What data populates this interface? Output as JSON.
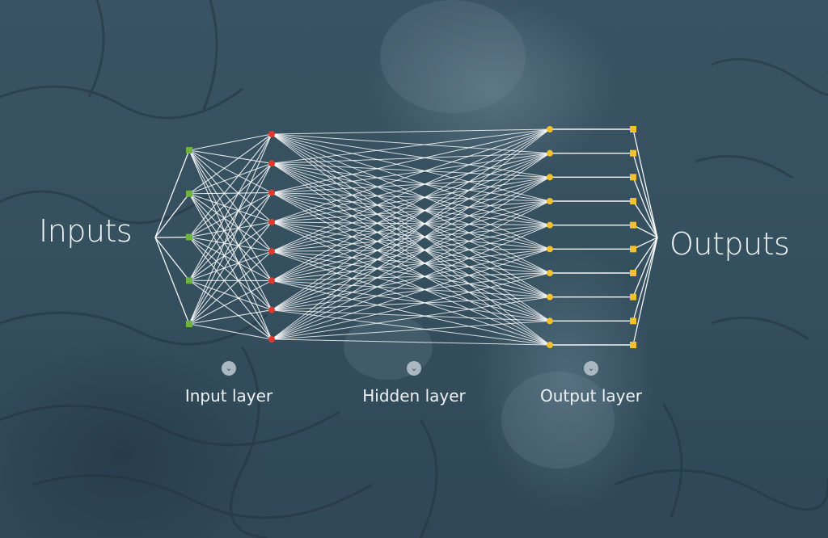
{
  "labels": {
    "inputs": "Inputs",
    "outputs": "Outputs"
  },
  "layers": [
    {
      "label": "Input layer",
      "marker_icon": "chevron-down-icon"
    },
    {
      "label": "Hidden layer",
      "marker_icon": "chevron-down-icon"
    },
    {
      "label": "Output layer",
      "marker_icon": "chevron-down-icon"
    }
  ],
  "network": {
    "input_nodes": 5,
    "hidden_nodes": 8,
    "output_layer_nodes": 10,
    "output_nodes": 10
  },
  "colors": {
    "input_node": "#6cb33f",
    "hidden_node": "#e03a2f",
    "output_layer_node": "#f2c12e",
    "output_node": "#f2c12e",
    "edge": "#ffffff",
    "overlay": "#2f4756"
  }
}
